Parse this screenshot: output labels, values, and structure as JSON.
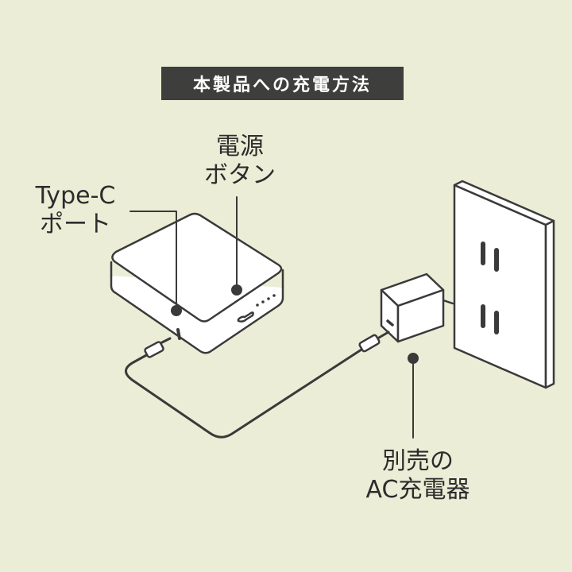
{
  "title": "本製品への充電方法",
  "labels": {
    "power_button_line1": "電源",
    "power_button_line2": "ボタン",
    "typec_port_line1": "Type-C",
    "typec_port_line2": "ポート",
    "ac_charger_line1": "別売の",
    "ac_charger_line2": "AC充電器"
  },
  "colors": {
    "background": "#ebedd6",
    "title_bg": "#3e3e3c",
    "title_text": "#ffffff",
    "line": "#3a3a3a",
    "device_fill": "#ffffff"
  }
}
